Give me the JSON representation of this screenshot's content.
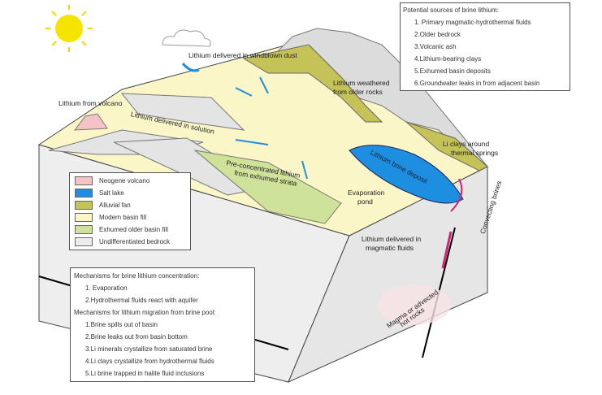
{
  "labels": {
    "windblown": "Lithium delivered in windblown dust",
    "volcano": "Lithium from volcano",
    "weathered_1": "Lithium weathered",
    "weathered_2": "from older rocks",
    "solution": "Lithium delivered in solution",
    "preconc_1": "Pre-concentrated lithium",
    "preconc_2": "from exhumed strata",
    "brine_deposit": "Lithium brine deposit",
    "evap_1": "Evaporation",
    "evap_2": "pond",
    "li_clays_1": "Li clays around",
    "li_clays_2": "thermal springs",
    "convecting": "Convecting brines",
    "magmatic_1": "Lithium delivered in",
    "magmatic_2": "magmatic fluids",
    "magma_1": "Magma or advected",
    "magma_2": "hot rocks"
  },
  "sources": {
    "title": "Potential sources of brine lithium:",
    "items": [
      "1. Primary magmatic-hydrothermal fluids",
      "2.Older bedrock",
      "3.Volcanic ash",
      "4.Lithium-bearing clays",
      "5.Exhumed basin deposits",
      "6.Groundwater leaks in from adjacent basin"
    ]
  },
  "legend": [
    {
      "label": "Neogene volcano",
      "color": "#f4c3c8"
    },
    {
      "label": "Salt lake",
      "color": "#1e8fe0"
    },
    {
      "label": "Alluvial fan",
      "color": "#c5c257"
    },
    {
      "label": "Modern basin fill",
      "color": "#fbf6c8"
    },
    {
      "label": "Exhumed older basin fill",
      "color": "#cfe29a"
    },
    {
      "label": "Undifferentiated bedrock",
      "color": "#ececec"
    }
  ],
  "mechanisms": {
    "conc_title": "Mechanisms for brine lithium concentration:",
    "conc_items": [
      "1. Evaporation",
      "2.Hydrothermal fluids react with aquifer"
    ],
    "mig_title": "Mechanisms for lithium migration from brine pool:",
    "mig_items": [
      "1.Brine spills out of basin",
      "2.Brine leaks out from basin bottom",
      "3.Li minerals crystallize from saturated brine",
      "4.Li clays crystallize from hydrothermal fluids",
      "5.Li brine trapped in halite fluid inclusions"
    ]
  }
}
